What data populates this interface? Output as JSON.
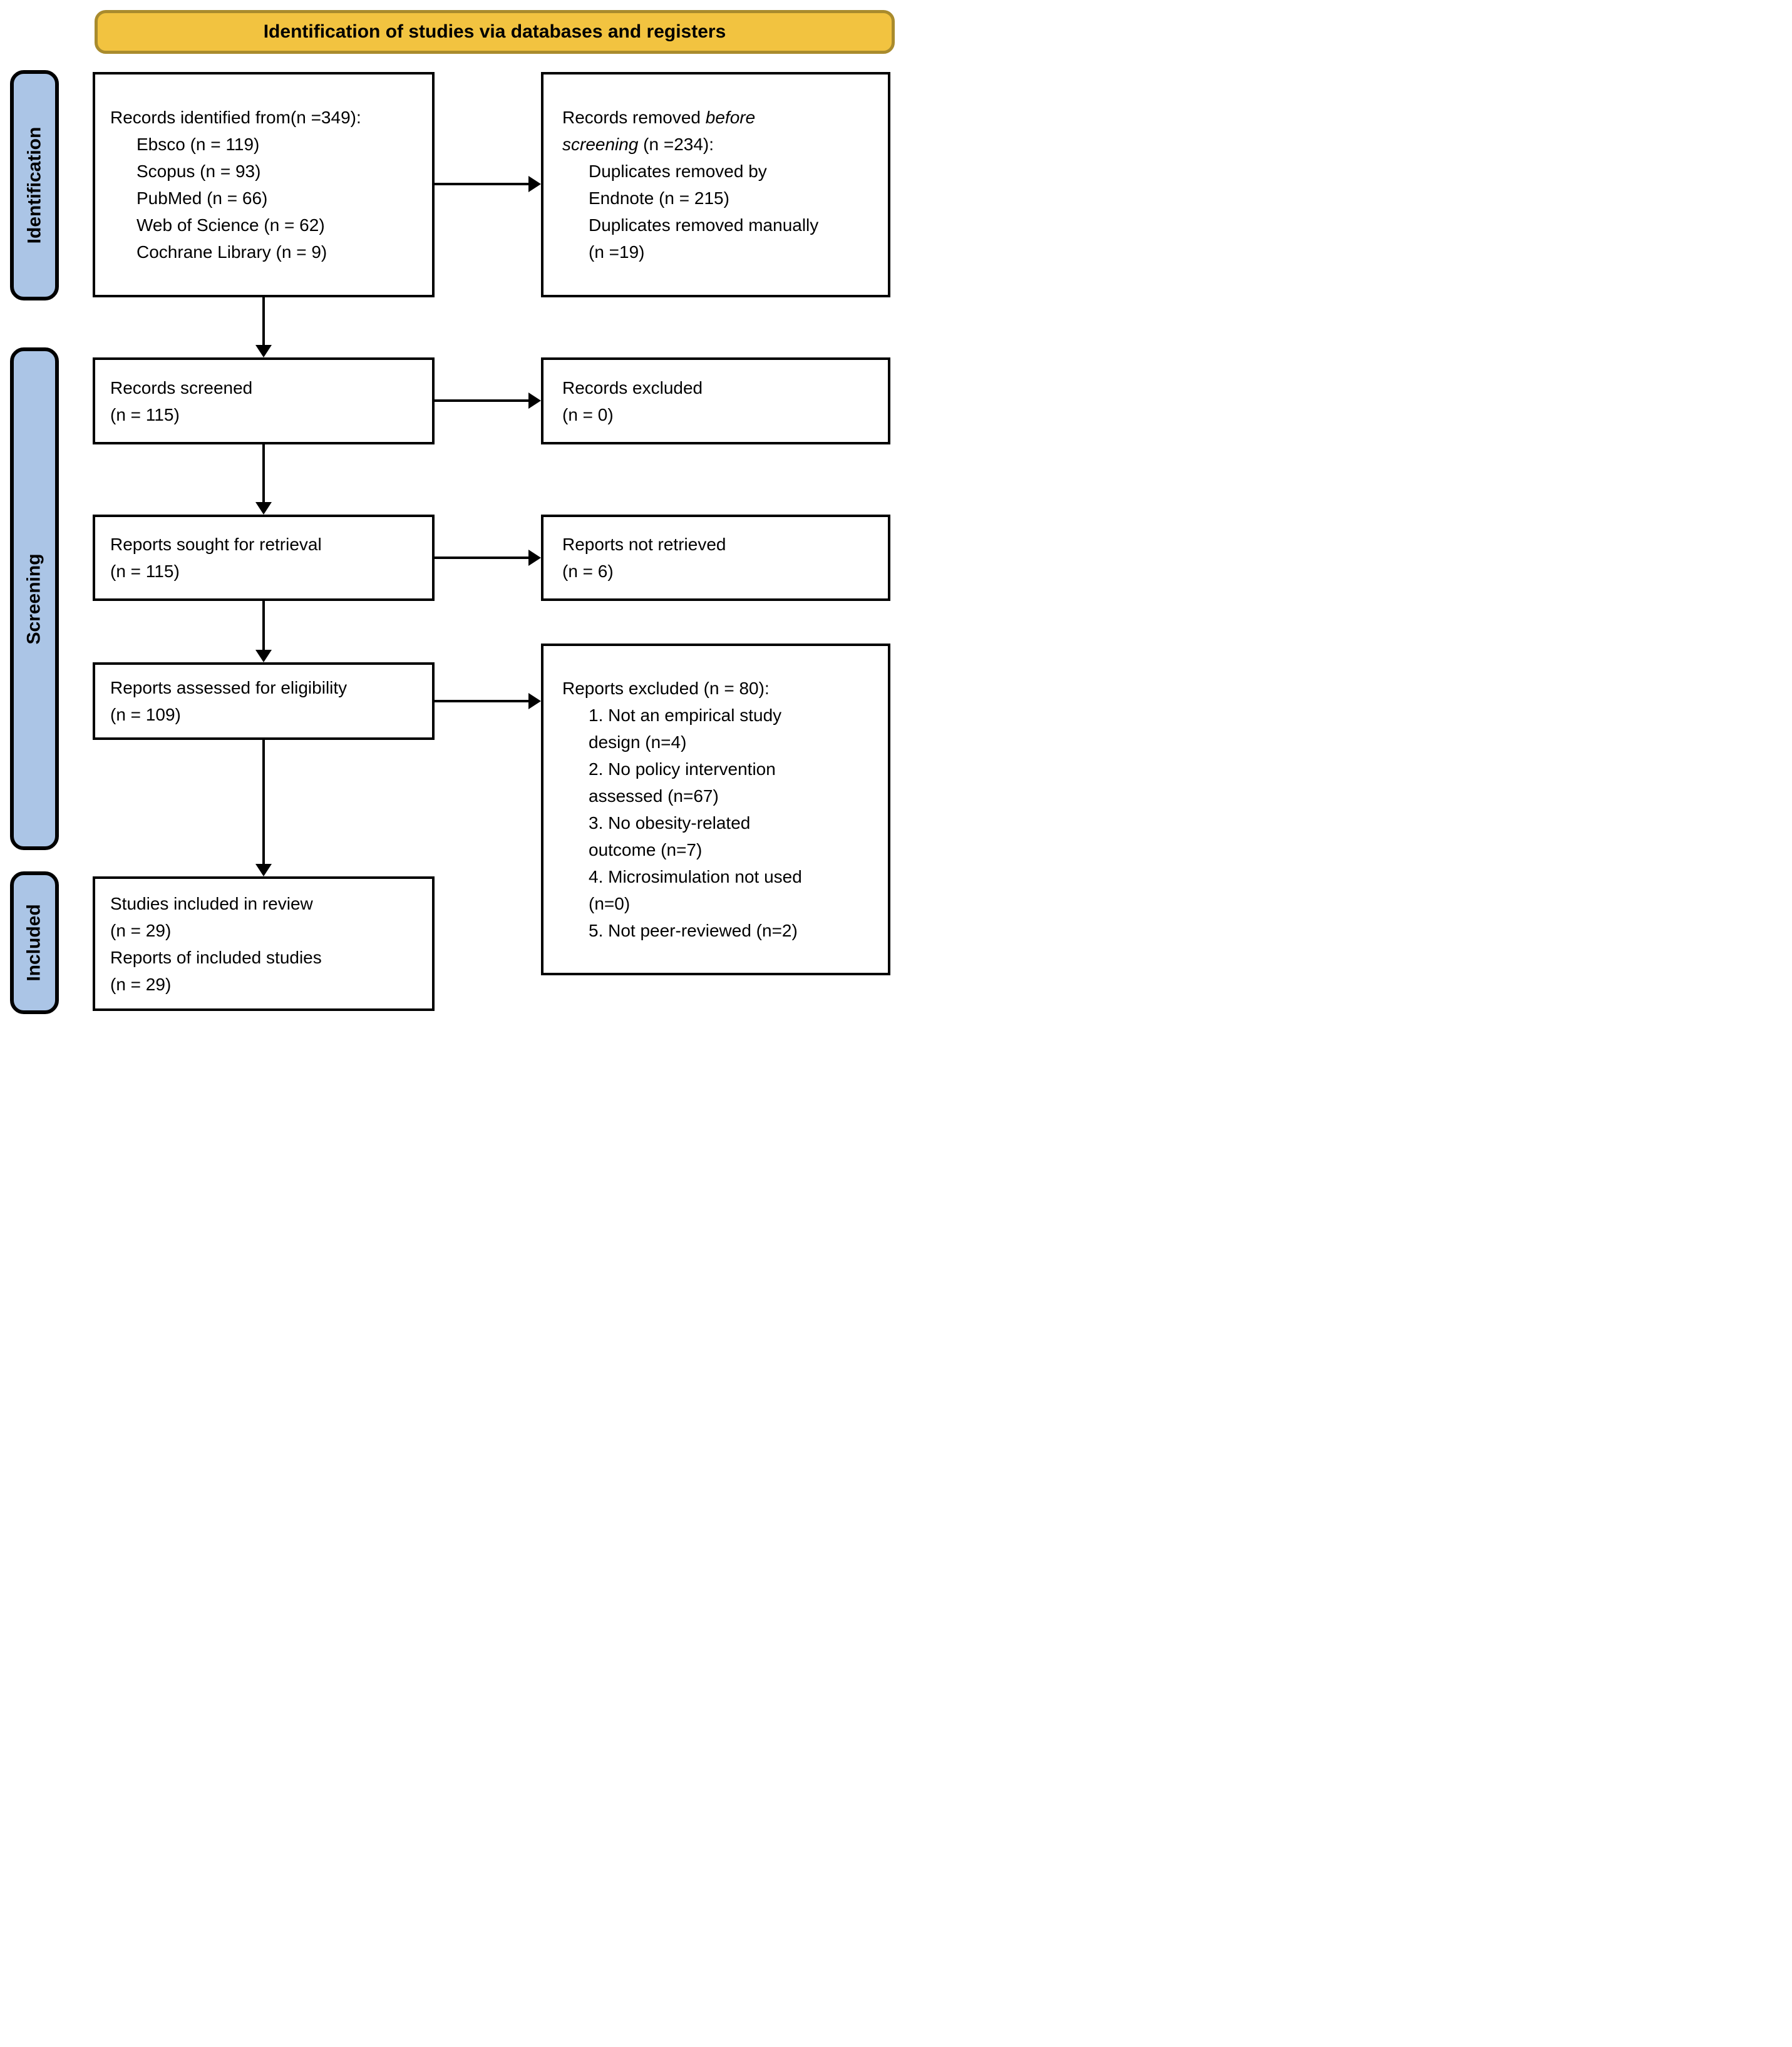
{
  "banner": {
    "label": "Identification of studies via databases and registers"
  },
  "stages": [
    {
      "label": "Identification"
    },
    {
      "label": "Screening"
    },
    {
      "label": "Included"
    }
  ],
  "flow_boxes": [
    {
      "key": "records_identified",
      "lines": [
        {
          "text": "Records identified from(n =349):",
          "indent": 0
        },
        {
          "text": "Ebsco (n = 119)",
          "indent": 1
        },
        {
          "text": "Scopus (n = 93)",
          "indent": 1
        },
        {
          "text": "PubMed (n = 66)",
          "indent": 1
        },
        {
          "text": "Web of Science (n = 62)",
          "indent": 1
        },
        {
          "text": "Cochrane Library (n = 9)",
          "indent": 1
        }
      ]
    },
    {
      "key": "records_removed",
      "lines": [
        {
          "parts": [
            {
              "text": "Records removed "
            },
            {
              "text": "before",
              "italic": true
            }
          ],
          "indent": 0
        },
        {
          "parts": [
            {
              "text": "screening",
              "italic": true
            },
            {
              "text": " (n =234):"
            }
          ],
          "indent": 0
        },
        {
          "text": "Duplicates removed by",
          "indent": 1
        },
        {
          "text": "Endnote (n = 215)",
          "indent": 1
        },
        {
          "text": "Duplicates removed manually",
          "indent": 1
        },
        {
          "text": "(n =19)",
          "indent": 1
        }
      ]
    },
    {
      "key": "records_screened",
      "lines": [
        {
          "text": "Records screened",
          "indent": 0
        },
        {
          "text": "(n = 115)",
          "indent": 0
        }
      ]
    },
    {
      "key": "records_excluded",
      "lines": [
        {
          "text": "Records excluded",
          "indent": 0
        },
        {
          "text": "(n = 0)",
          "indent": 0
        }
      ]
    },
    {
      "key": "reports_sought",
      "lines": [
        {
          "text": "Reports sought for retrieval",
          "indent": 0
        },
        {
          "text": "(n = 115)",
          "indent": 0
        }
      ]
    },
    {
      "key": "reports_not_retrieved",
      "lines": [
        {
          "text": "Reports not retrieved",
          "indent": 0
        },
        {
          "text": "(n = 6)",
          "indent": 0
        }
      ]
    },
    {
      "key": "reports_assessed",
      "lines": [
        {
          "text": "Reports assessed for eligibility",
          "indent": 0
        },
        {
          "text": "(n = 109)",
          "indent": 0
        }
      ]
    },
    {
      "key": "reports_excluded",
      "lines": [
        {
          "text": "Reports excluded (n = 80):",
          "indent": 0
        },
        {
          "text": "1. Not an empirical study",
          "indent": 1
        },
        {
          "text": "design (n=4)",
          "indent": 1
        },
        {
          "text": "2. No policy intervention",
          "indent": 1
        },
        {
          "text": "assessed (n=67)",
          "indent": 1
        },
        {
          "text": "3. No obesity-related",
          "indent": 1
        },
        {
          "text": "outcome (n=7)",
          "indent": 1
        },
        {
          "text": "4. Microsimulation not used",
          "indent": 1
        },
        {
          "text": "(n=0)",
          "indent": 1
        },
        {
          "text": "5. Not peer-reviewed (n=2)",
          "indent": 1
        }
      ]
    },
    {
      "key": "studies_included",
      "lines": [
        {
          "text": "Studies included in review",
          "indent": 0
        },
        {
          "text": "(n = 29)",
          "indent": 0
        },
        {
          "text": "Reports of included studies",
          "indent": 0
        },
        {
          "text": "(n = 29)",
          "indent": 0
        }
      ]
    }
  ],
  "colors": {
    "banner_fill": "#F2C340",
    "banner_border": "#A98B2D",
    "stage_fill": "#ABC5E6",
    "box_border": "#000000",
    "arrow": "#000000",
    "background": "#FFFFFF"
  }
}
